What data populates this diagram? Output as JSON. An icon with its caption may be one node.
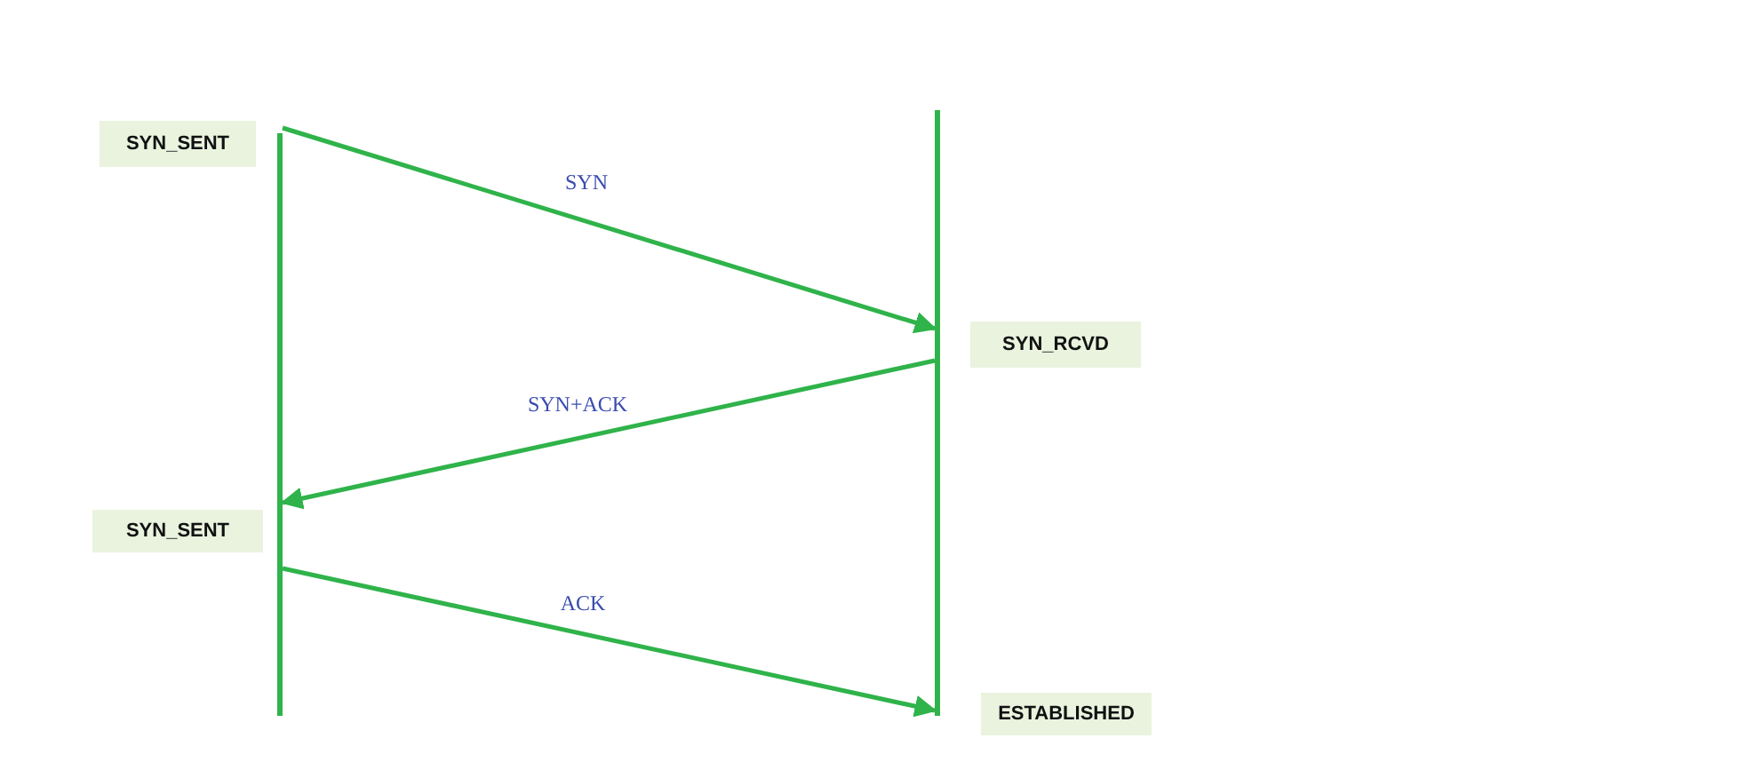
{
  "diagram": {
    "nodes": [
      {
        "text": [
          "SYN_SENT"
        ]
      },
      {
        "text": [],
        "shape": "bar"
      },
      {
        "text": [],
        "shape": "bar"
      },
      {
        "text": [
          "SYN_RCVD"
        ]
      },
      {
        "text": [
          "SYN_SENT"
        ]
      },
      {
        "text": [
          "ESTABLISHED"
        ]
      }
    ],
    "edges": [
      {
        "from": 1,
        "to": 2,
        "arrow": "to",
        "label": "SYN"
      },
      {
        "from": 2,
        "to": 1,
        "arrow": "to",
        "label": "SYN+ACK"
      },
      {
        "from": 1,
        "to": 2,
        "arrow": "to",
        "label": "ACK"
      }
    ]
  }
}
